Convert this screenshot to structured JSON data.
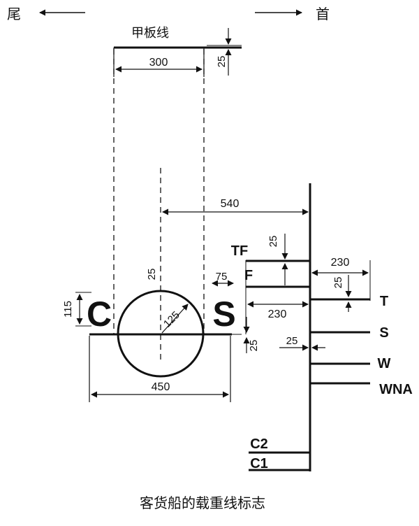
{
  "direction": {
    "stern": "尾",
    "bow": "首"
  },
  "deck_line_label": "甲板线",
  "dimensions": {
    "deck_width": "300",
    "deck_thickness": "25",
    "center_to_vertical": "540",
    "circle_line_thickness": "25",
    "circle_radius": "125",
    "letter_height": "115",
    "letter_gap": "75",
    "horizontal_line_length": "450",
    "below_center": "25",
    "tf_thickness": "25",
    "bow_segment_width": "230",
    "t_offset": "25",
    "stern_segment_width": "230",
    "line_spacing": "25"
  },
  "letters": {
    "left": "C",
    "right": "S"
  },
  "load_lines": {
    "tf": "TF",
    "f": "F",
    "t": "T",
    "s": "S",
    "w": "W",
    "wna": "WNA",
    "c2": "C2",
    "c1": "C1"
  },
  "caption": "客货船的载重线标志"
}
